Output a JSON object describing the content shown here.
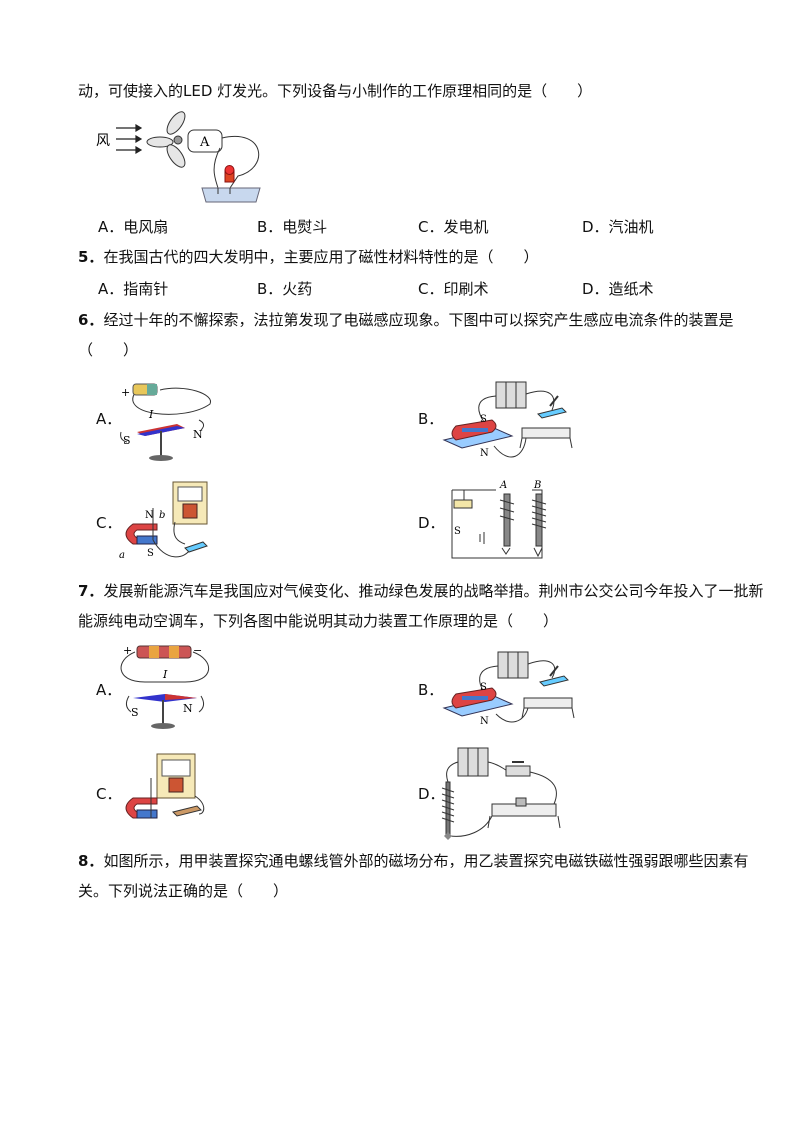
{
  "q4": {
    "line1": "动，可使接入的LED 灯发光。下列设备与小制作的工作原理相同的是（　　）",
    "fig_wind": "风",
    "fig_motor": "A",
    "options": [
      "A．电风扇",
      "B．电熨斗",
      "C．发电机",
      "D．汽油机"
    ]
  },
  "q5": {
    "num": "5．",
    "text": "在我国古代的四大发明中，主要应用了磁性材料特性的是（　　）",
    "options": [
      "A．指南针",
      "B．火药",
      "C．印刷术",
      "D．造纸术"
    ]
  },
  "q6": {
    "num": "6．",
    "text": "经过十年的不懈探索，法拉第发现了电磁感应现象。下图中可以探究产生感应电流条件的装置是",
    "text2": "（　　）",
    "option_labels": [
      "A．",
      "B．",
      "C．",
      "D．"
    ],
    "fig_labels": {
      "a_plus": "+",
      "a_I": "I",
      "a_S": "S",
      "a_N": "N",
      "b_S": "S",
      "b_N": "N",
      "c_N": "N",
      "c_b": "b",
      "c_a": "a",
      "c_S": "S",
      "d_A": "A",
      "d_B": "B",
      "d_S": "S"
    }
  },
  "q7": {
    "num": "7．",
    "text": "发展新能源汽车是我国应对气候变化、推动绿色发展的战略举措。荆州市公交公司今年投入了一批新",
    "text2": "能源纯电动空调车，下列各图中能说明其动力装置工作原理的是（　　）",
    "option_labels": [
      "A．",
      "B．",
      "C．",
      "D．"
    ],
    "fig_labels": {
      "a_plus": "+",
      "a_minus": "−",
      "a_I": "I",
      "a_S": "S",
      "a_N": "N",
      "b_S": "S",
      "b_N": "N"
    }
  },
  "q8": {
    "num": "8．",
    "text": "如图所示，用甲装置探究通电螺线管外部的磁场分布，用乙装置探究电磁铁磁性强弱跟哪些因素有",
    "text2": "关。下列说法正确的是（　　）"
  }
}
